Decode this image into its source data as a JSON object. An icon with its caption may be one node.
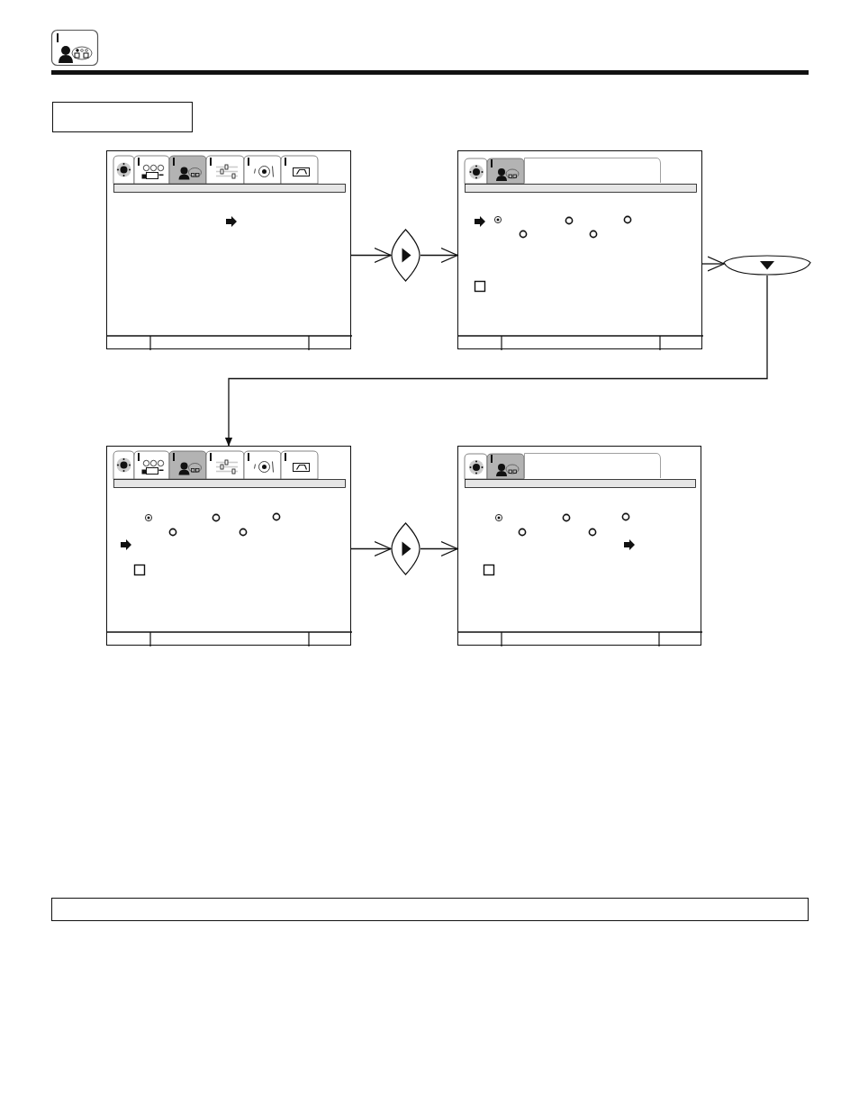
{
  "diagram": {
    "nodes": [
      {
        "text": [],
        "shape": "box"
      },
      {
        "text": [],
        "shape": "screen"
      },
      {
        "text": [],
        "shape": "button"
      },
      {
        "text": [],
        "shape": "screen"
      },
      {
        "text": [],
        "shape": "tab",
        "in": 3
      },
      {
        "text": [],
        "shape": "button"
      },
      {
        "text": [],
        "shape": "screen"
      },
      {
        "text": [],
        "shape": "button"
      },
      {
        "text": [],
        "shape": "screen"
      },
      {
        "text": [],
        "shape": "tab",
        "in": 8
      },
      {
        "text": [],
        "shape": "box"
      }
    ],
    "edges": [
      {
        "from": 1,
        "to": 2,
        "arrow": "to"
      },
      {
        "from": 2,
        "to": 3,
        "arrow": "to"
      },
      {
        "from": 3,
        "to": 5,
        "arrow": "to"
      },
      {
        "from": 5,
        "to": 6,
        "arrow": "to"
      },
      {
        "from": 6,
        "to": 7,
        "arrow": "to"
      },
      {
        "from": 7,
        "to": 8,
        "arrow": "to"
      }
    ]
  }
}
